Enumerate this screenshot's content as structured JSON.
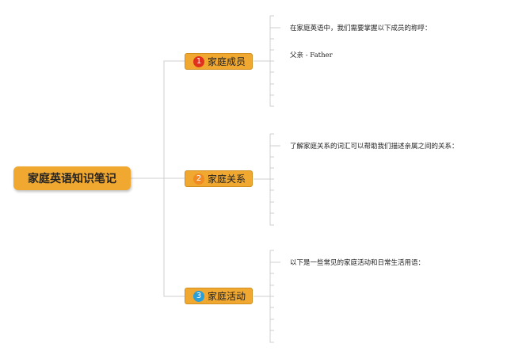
{
  "root": {
    "label": "家庭英语知识笔记"
  },
  "branches": [
    {
      "label": "家庭成员",
      "badge": "1",
      "badge_color": "#e0301e",
      "notes": [
        "在家庭英语中，我们需要掌握以下成员的称呼：",
        "父亲 - Father"
      ]
    },
    {
      "label": "家庭关系",
      "badge": "2",
      "badge_color": "#f08a24",
      "notes": [
        "了解家庭关系的词汇可以帮助我们描述亲属之间的关系："
      ]
    },
    {
      "label": "家庭活动",
      "badge": "3",
      "badge_color": "#2a9fd8",
      "notes": [
        "以下是一些常见的家庭活动和日常生活用语："
      ]
    }
  ],
  "colors": {
    "node_fill": "#f0a830",
    "line": "#cfcfcf"
  }
}
